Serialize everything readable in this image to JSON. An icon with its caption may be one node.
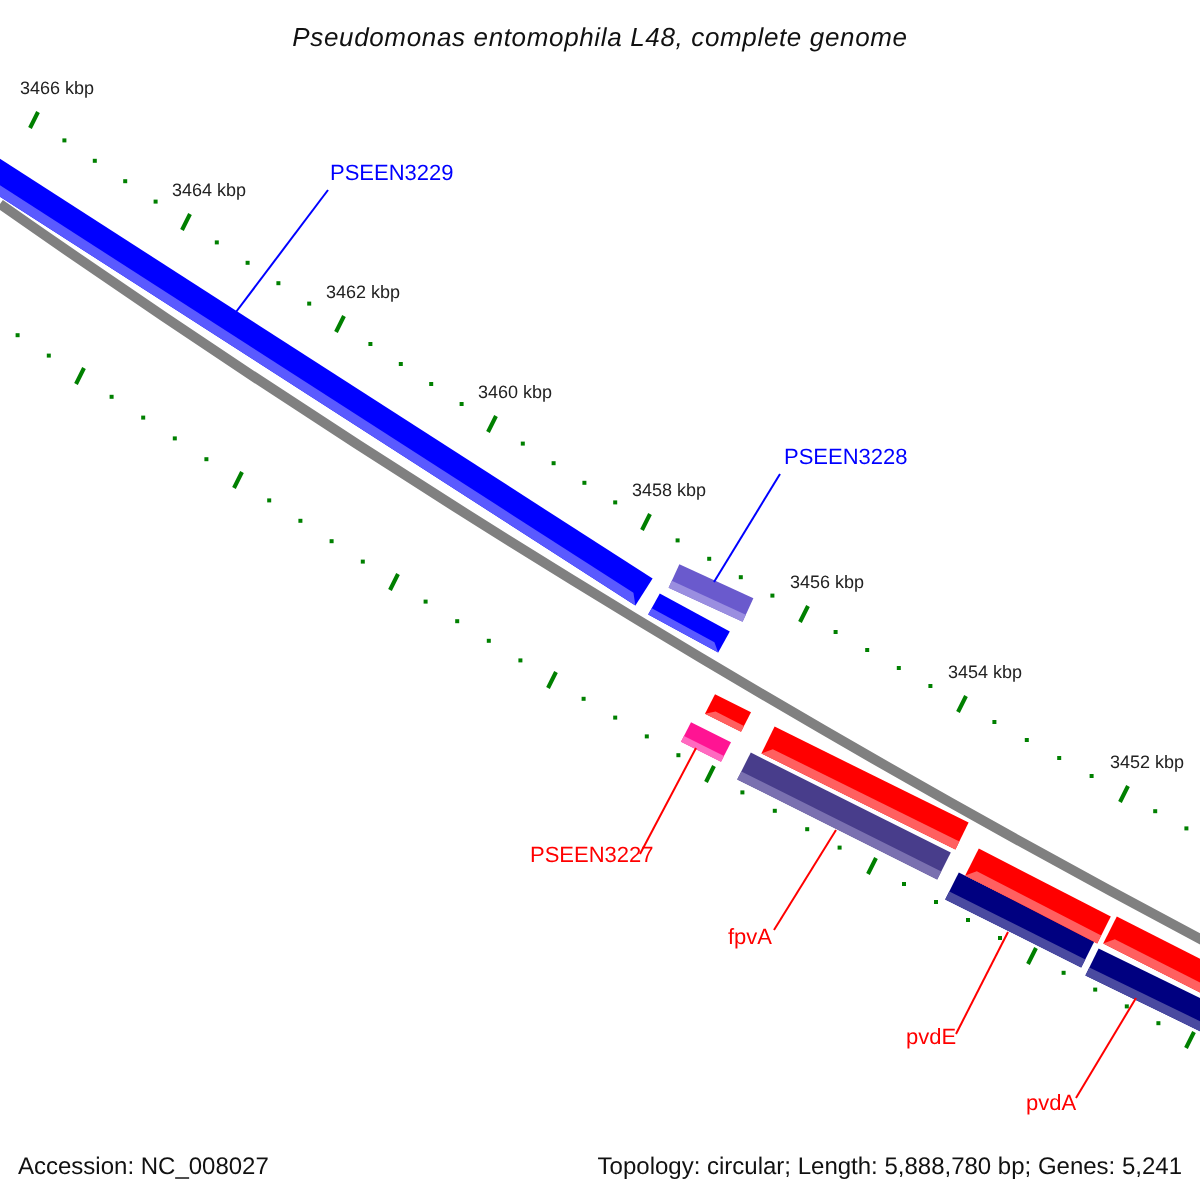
{
  "diagram": {
    "title": "Pseudomonas entomophila L48, complete genome",
    "nodes": [
      {
        "text": [
          "PSEEN3229"
        ]
      },
      {
        "text": [
          "PSEEN3228"
        ]
      },
      {
        "text": [
          "PSEEN3227"
        ]
      },
      {
        "text": [
          "fpvA"
        ]
      },
      {
        "text": [
          "pvdE"
        ]
      },
      {
        "text": [
          "pvdA"
        ]
      },
      {
        "text": [],
        "shape": "bar"
      },
      {
        "text": [],
        "shape": "bar"
      },
      {
        "text": [],
        "shape": "bar"
      },
      {
        "text": [],
        "shape": "bar"
      },
      {
        "text": [],
        "shape": "bar"
      },
      {
        "text": [],
        "shape": "bar"
      },
      {
        "text": [],
        "shape": "bar"
      },
      {
        "text": [],
        "shape": "bar"
      },
      {
        "text": [],
        "shape": "bar"
      },
      {
        "text": [],
        "shape": "bar"
      },
      {
        "text": [],
        "shape": "bar"
      }
    ],
    "edges": [
      {
        "from": 0,
        "to": 6,
        "arrow": "none",
        "color": "#0000ff"
      },
      {
        "from": 1,
        "to": 8,
        "arrow": "none",
        "color": "#0000ff"
      },
      {
        "from": 2,
        "to": 9,
        "arrow": "none"
      },
      {
        "from": 3,
        "to": 11,
        "arrow": "none"
      },
      {
        "from": 4,
        "to": 13,
        "arrow": "none"
      },
      {
        "from": 5,
        "to": 15,
        "arrow": "none"
      }
    ],
    "labels": [
      "3466 kbp",
      "3464 kbp",
      "3462 kbp",
      "3460 kbp",
      "3458 kbp",
      "3456 kbp",
      "3454 kbp",
      "3452 kbp",
      "Accession: NC_008027",
      "Topology: circular; Length: 5,888,780 bp; Genes: 5,241"
    ]
  }
}
